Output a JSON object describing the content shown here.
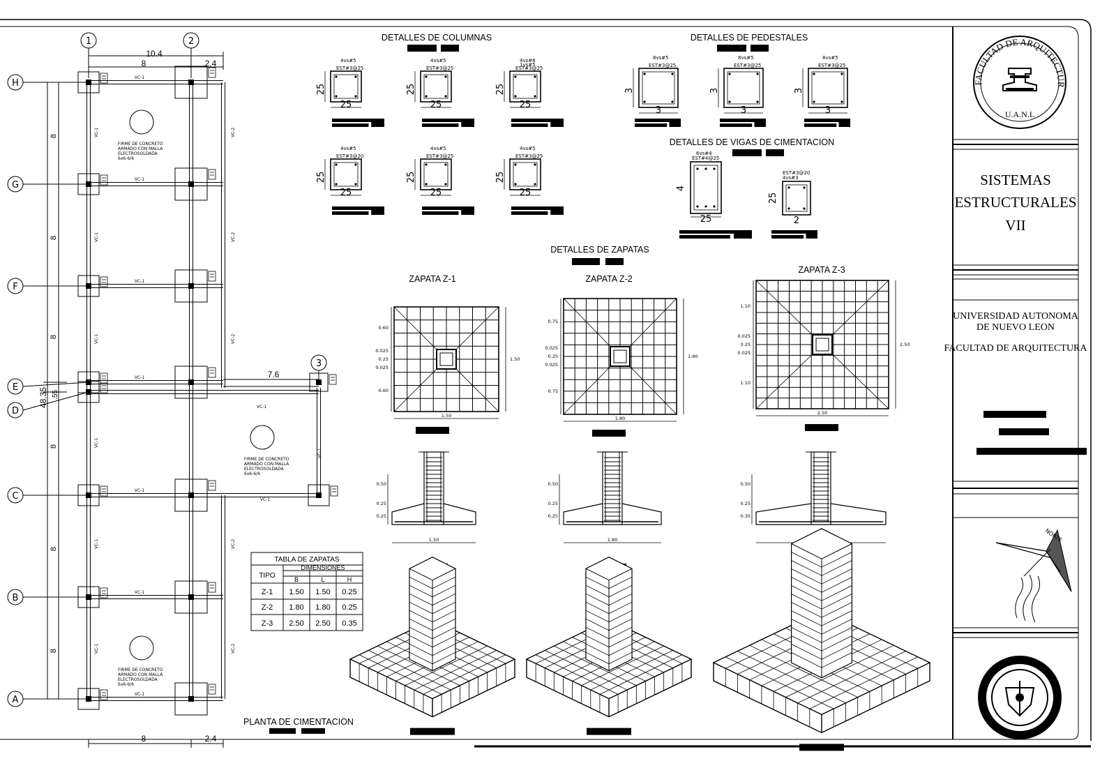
{
  "plan": {
    "title": "PLANTA DE CIMENTACION",
    "axes_numbers": [
      "1",
      "2",
      "3"
    ],
    "axes_letters": [
      "H",
      "G",
      "F",
      "E",
      "D",
      "C",
      "B",
      "A"
    ],
    "top_dims": [
      "10.4",
      "8",
      "2.4"
    ],
    "bottom_dims": [
      "8",
      "2.4"
    ],
    "side_dims": [
      "8",
      "8",
      "8",
      "8",
      "8",
      "8"
    ],
    "total_dim": "48.35",
    "small_dim": ".55",
    "axis3_dim": "7.6",
    "beam_label": "VC-1",
    "beam_label_2": "VC-2",
    "slab_note_lines": [
      "FIRME DE CONCRETO",
      "ARMADO CON MALLA",
      "ELECTROSOLDADA",
      "6x6-6/6"
    ]
  },
  "columns": {
    "title": "DETALLES DE COLUMNAS",
    "items": [
      {
        "bars": "4vs#5",
        "stirrup": "EST#3@25",
        "h": "25",
        "w": "25"
      },
      {
        "bars": "4vs#5",
        "stirrup": "EST#3@25",
        "h": "25",
        "w": "25"
      },
      {
        "bars": "4vs#8",
        "bars2": "1vs#5",
        "stirrup": "EST#3@25",
        "h": "25",
        "w": "25"
      },
      {
        "bars": "4vs#5",
        "stirrup": "EST#3@20",
        "h": "25",
        "w": "25"
      },
      {
        "bars": "4vs#5",
        "stirrup": "EST#3@25",
        "h": "25",
        "w": "25"
      },
      {
        "bars": "4vs#5",
        "stirrup": "EST#3@25",
        "h": "25",
        "w": "25"
      }
    ]
  },
  "pedestals": {
    "title": "DETALLES DE PEDESTALES",
    "items": [
      {
        "bars": "8vs#5",
        "stirrup": "EST#3@25",
        "h": "3",
        "w": "3"
      },
      {
        "bars": "8vs#5",
        "stirrup": "EST#3@25",
        "h": "3",
        "w": "3"
      },
      {
        "bars": "8vs#5",
        "stirrup": "EST#3@25",
        "h": "3",
        "w": "3"
      }
    ]
  },
  "beams": {
    "title": "DETALLES DE VIGAS DE CIMENTACION",
    "items": [
      {
        "bars": "6vs#4",
        "stirrup": "EST#4@25",
        "h": "4",
        "w": "25"
      },
      {
        "bars": "4vs#3",
        "stirrup": "EST#3@20",
        "h": "25",
        "w": "2"
      }
    ]
  },
  "footings": {
    "title": "DETALLES DE ZAPATAS",
    "items": [
      {
        "name": "ZAPATA Z-1",
        "width": "1.50",
        "depth": "1.50",
        "left_dims": [
          "0.60",
          "0.025",
          "0.25",
          "0.025",
          "0.60"
        ],
        "sec_dims": [
          "0.50",
          "0.25",
          "0.25"
        ]
      },
      {
        "name": "ZAPATA Z-2",
        "width": "1.80",
        "depth": "1.80",
        "left_dims": [
          "0.75",
          "0.025",
          "0.25",
          "0.025",
          "0.75"
        ],
        "sec_dims": [
          "0.50",
          "0.25",
          "0.25"
        ]
      },
      {
        "name": "ZAPATA Z-3",
        "width": "2.50",
        "depth": "2.50",
        "left_dims": [
          "1.10",
          "0.025",
          "0.25",
          "0.025",
          "1.10"
        ],
        "sec_dims": [
          "0.50",
          "0.25",
          "0.35"
        ]
      }
    ]
  },
  "table": {
    "title": "TABLA DE ZAPATAS",
    "col_tipo": "TIPO",
    "col_group": "DIMENSIONES",
    "cols": [
      "B",
      "L",
      "H"
    ],
    "rows": [
      {
        "tipo": "Z-1",
        "b": "1.50",
        "l": "1.50",
        "h": "0.25"
      },
      {
        "tipo": "Z-2",
        "b": "1.80",
        "l": "1.80",
        "h": "0.25"
      },
      {
        "tipo": "Z-3",
        "b": "2.50",
        "l": "2.50",
        "h": "0.35"
      }
    ]
  },
  "titleblock": {
    "logo_text": "FACULTAD DE ARQUITECTURA",
    "logo_sub": "U.A.N.L",
    "course": [
      "SISTEMAS",
      "ESTRUCTURALES",
      "VII"
    ],
    "university": [
      "UNIVERSIDAD AUTONOMA",
      "DE NUEVO LEON"
    ],
    "faculty": "FACULTAD DE ARQUITECTURA",
    "north": "NORTE"
  }
}
